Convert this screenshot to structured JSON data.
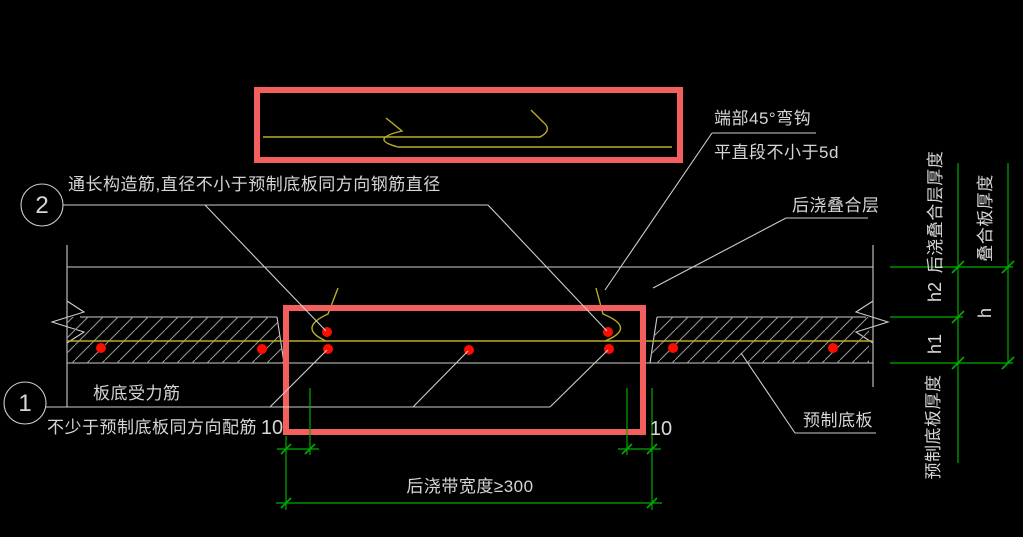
{
  "drawing_type": "precast-composite-slab post-cast strip joint detail",
  "colors": {
    "bg": "#000000",
    "line": "#cdcdcd",
    "hatch": "#9a9a9a",
    "yellow": "#b9ae27",
    "green": "#00ab00",
    "red_box": "#f25f5c",
    "red_dot": "#ff0c00",
    "text": "#d6d6d6"
  },
  "labels": {
    "callout2": {
      "number": "2",
      "text": "通长构造筋,直径不小于预制底板同方向钢筋直径"
    },
    "callout1": {
      "number": "1",
      "line1": "板底受力筋",
      "line2": "不少于预制底板同方向配筋"
    },
    "hook_note": {
      "line1": "端部45°弯钩",
      "line2": "平直段不小于5d"
    },
    "topping_label": "后浇叠合层",
    "precast_label": "预制底板"
  },
  "dimensions": {
    "left_gap": "10",
    "right_gap": "10",
    "band_width": "后浇带宽度≥300",
    "h2": "h2",
    "h1": "h1",
    "h_total": "h",
    "topping_thickness": "后浇叠合层厚度",
    "slab_total_thickness": "叠合板厚度",
    "precast_thickness": "预制底板厚度"
  }
}
